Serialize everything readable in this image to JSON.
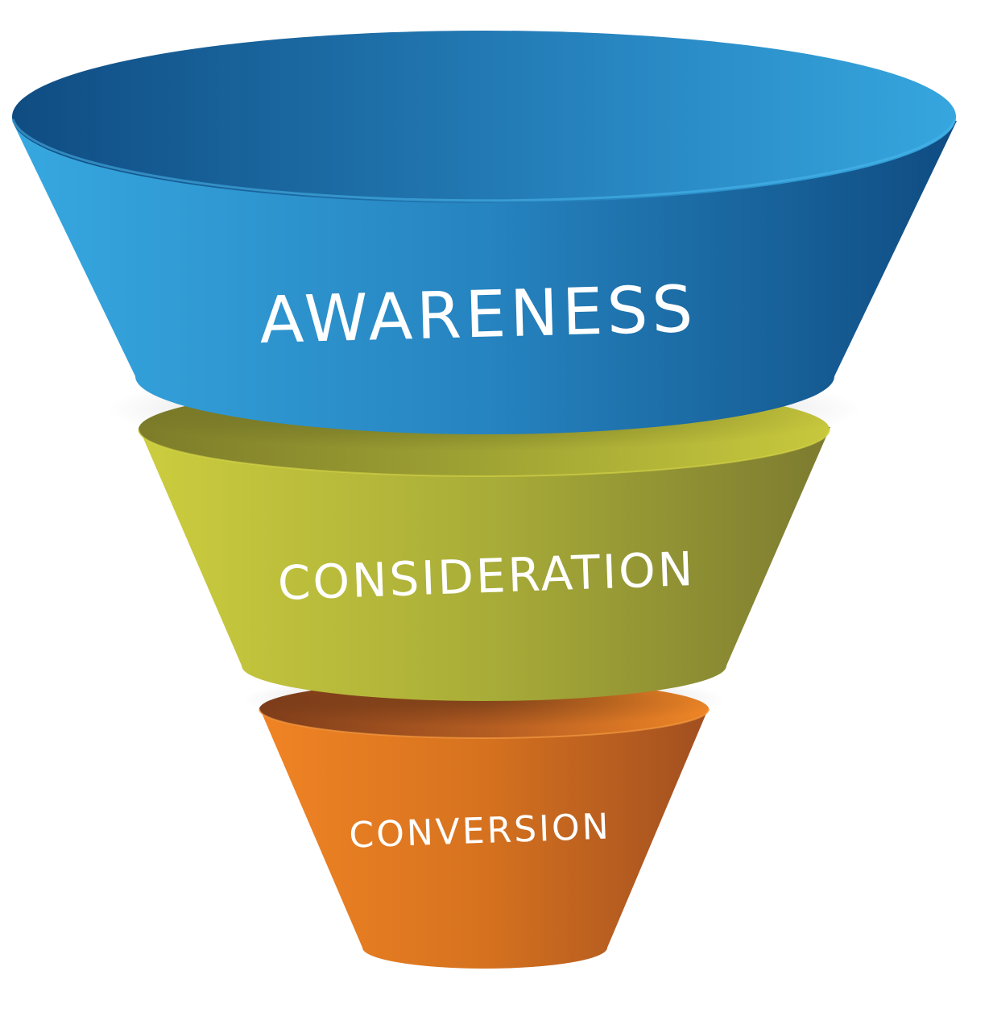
{
  "funnel": {
    "stages": [
      {
        "label": "AWARENESS",
        "color": "#2a8fd0"
      },
      {
        "label": "CONSIDERATION",
        "color": "#a9b23a"
      },
      {
        "label": "CONVERSION",
        "color": "#e07a26"
      }
    ]
  }
}
